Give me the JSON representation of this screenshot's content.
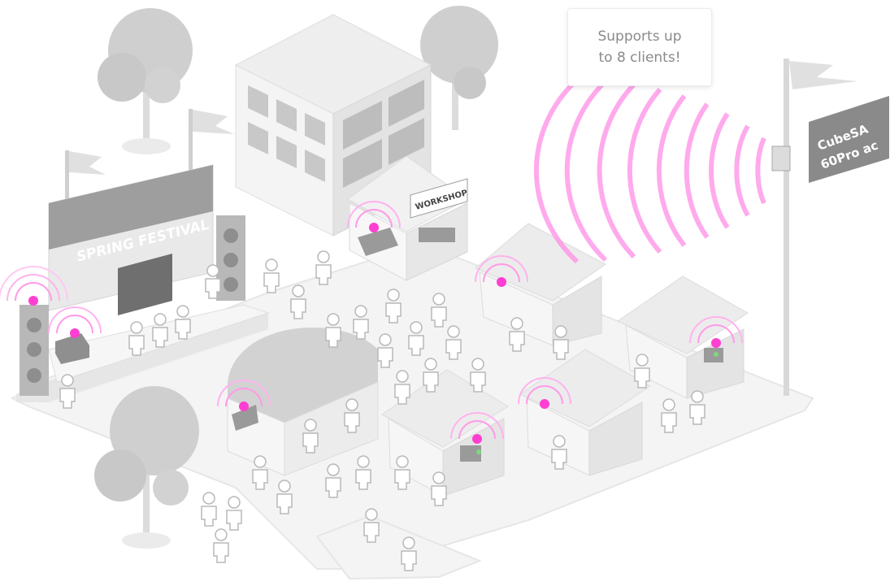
{
  "callout": {
    "line1": "Supports up",
    "line2": "to 8 clients!"
  },
  "signs": {
    "stage": "SPRING FESTIVAL",
    "workshop": "WORKSHOP",
    "device_line1": "CubeSA",
    "device_line2": "60Pro ac"
  },
  "colors": {
    "signal": "#ff66dd",
    "ground": "#f2f2f2",
    "structure": "#d9d9d9",
    "dark": "#9a9a9a",
    "person": "#ffffff"
  },
  "icons": [
    "wifi-signal-icon",
    "client-device-icon",
    "person-icon",
    "tree-icon",
    "flag-icon",
    "speaker-icon",
    "access-point-icon"
  ]
}
